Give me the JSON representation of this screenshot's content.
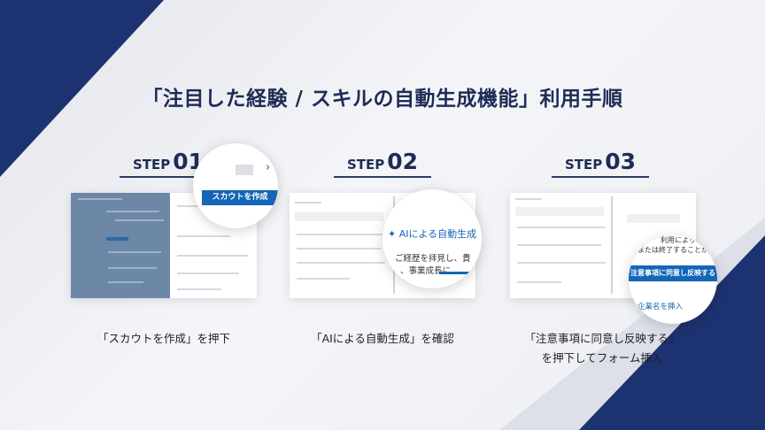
{
  "title": "「注目した経験 / スキルの自動生成機能」利用手順",
  "steps": [
    {
      "label": "STEP",
      "number": "01",
      "highlight": "スカウトを作成",
      "caption_lines": [
        "「スカウトを作成」を押下"
      ]
    },
    {
      "label": "STEP",
      "number": "02",
      "highlight": "AIによる自動生成",
      "highlight_icon": "sparkle-icon",
      "sub_lines": [
        "ご経歴を拝見し、貴",
        "、事業成長に"
      ],
      "caption_lines": [
        "「AIによる自動生成」を確認"
      ]
    },
    {
      "label": "STEP",
      "number": "03",
      "highlight": "注意事項に同意し反映する",
      "sub_lines": [
        "利用により",
        "または終了することがあ"
      ],
      "below": "企業名を挿入",
      "caption_lines": [
        "「注意事項に同意し反映する」",
        "を押下してフォーム挿入"
      ]
    }
  ],
  "colors": {
    "navy": "#1e2c55",
    "accent": "#1565b8",
    "band": "#1d3270"
  }
}
